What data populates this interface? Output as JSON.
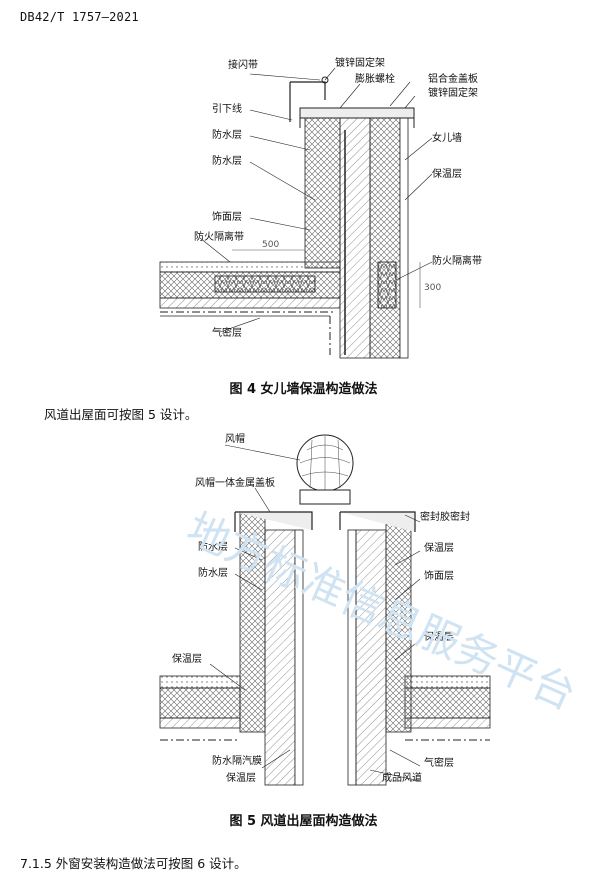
{
  "header": {
    "doc_id": "DB42/T 1757—2021"
  },
  "figure4": {
    "caption": "图 4   女儿墙保温构造做法",
    "labels": {
      "jieshandai": "接闪带",
      "duxin_guding_top": "镀锌固定架",
      "pengzhang": "膨胀螺栓",
      "lvhejin": "铝合金盖板",
      "duxin_guding2": "镀锌固定架",
      "yinxiaxian": "引下线",
      "fangshui1": "防水层",
      "fangshui2": "防水层",
      "nverqiang": "女儿墙",
      "baowen": "保温层",
      "shimian": "饰面层",
      "fanghuo1": "防火隔离带",
      "fanghuo2": "防火隔离带",
      "qimi": "气密层",
      "dim500": "500",
      "dim300": "300"
    }
  },
  "text_between": "风道出屋面可按图 5 设计。",
  "figure5": {
    "caption": "图 5   风道出屋面构造做法",
    "labels": {
      "fengmao": "风帽",
      "fengmao_gaiban": "风帽一体金属盖板",
      "mifeng": "密封胶密封",
      "fangshui1": "防水层",
      "fangshui2": "防水层",
      "baowen_r1": "保温层",
      "shimian": "饰面层",
      "baowen_r2": "保温层",
      "baowen_l": "保温层",
      "fangshui_gemo": "防水隔汽膜",
      "baowen_bl": "保温层",
      "qimi": "气密层",
      "chengpin": "成品风道"
    }
  },
  "text_bottom": "7.1.5   外窗安装构造做法可按图 6 设计。",
  "watermark": "地方标准信息服务平台"
}
